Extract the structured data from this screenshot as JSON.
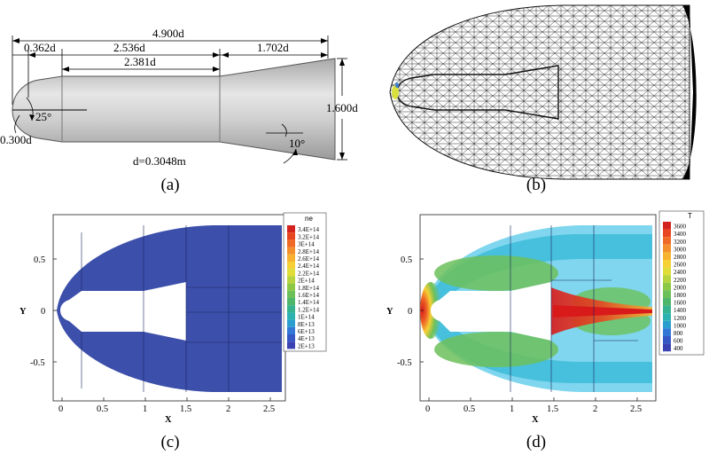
{
  "panels": {
    "a": {
      "caption": "(a)",
      "dims": {
        "total_length": "4.900d",
        "nose": "0.362d",
        "to_flare": "2.536d",
        "cylinder": "2.381d",
        "flare": "1.702d",
        "base_diameter": "1.600d",
        "nose_radius": "0.300d",
        "nose_angle": "25°",
        "flare_angle": "10°",
        "reference": "d=0.3048m"
      },
      "colors": {
        "body": "#c8c8c8",
        "line": "#000000"
      }
    },
    "b": {
      "caption": "(b)",
      "colors": {
        "mesh_line": "#111111",
        "fill": "#ffffff",
        "base": "#000000",
        "nose_spot": "#d8e040",
        "nose_spot2": "#3b7fd0"
      }
    },
    "c": {
      "caption": "(c)",
      "legend_title": "ne",
      "legend": [
        "3.4E+14",
        "3.2E+14",
        "3E+14",
        "2.8E+14",
        "2.6E+14",
        "2.4E+14",
        "2.2E+14",
        "2E+14",
        "1.8E+14",
        "1.6E+14",
        "1.4E+14",
        "1.2E+14",
        "1E+14",
        "8E+13",
        "6E+13",
        "4E+13",
        "2E+13"
      ],
      "xlabel": "X",
      "ylabel": "Y",
      "xticks": [
        "0",
        "0.5",
        "1",
        "1.5",
        "2",
        "2.5"
      ],
      "yticks": [
        "0.5",
        "0",
        "-0.5"
      ],
      "colors": {
        "field": "#3c4faa",
        "grid": "#1a2560"
      }
    },
    "d": {
      "caption": "(d)",
      "legend_title": "T",
      "legend": [
        "3600",
        "3400",
        "3200",
        "3000",
        "2800",
        "2600",
        "2400",
        "2200",
        "2000",
        "1800",
        "1600",
        "1400",
        "1200",
        "1000",
        "800",
        "600",
        "400"
      ],
      "xlabel": "X",
      "ylabel": "Y",
      "xticks": [
        "0",
        "0.5",
        "1",
        "1.5",
        "2",
        "2.5"
      ],
      "yticks": [
        "0.5",
        "0",
        "-0.5"
      ],
      "colors": {
        "outer": "#7fd6ee",
        "mid": "#2fb6d6",
        "hot_core": "#d81a1a",
        "warm": "#6cc05a"
      }
    }
  },
  "colormap": [
    "#d4221d",
    "#e8461f",
    "#f06a26",
    "#f38f2d",
    "#f6b230",
    "#f6d035",
    "#e0dc38",
    "#b8d43c",
    "#8cc844",
    "#6cc05a",
    "#4db66a",
    "#35b28e",
    "#2cb2b0",
    "#2b9ed0",
    "#3277d6",
    "#3557c6",
    "#3a42b2"
  ]
}
